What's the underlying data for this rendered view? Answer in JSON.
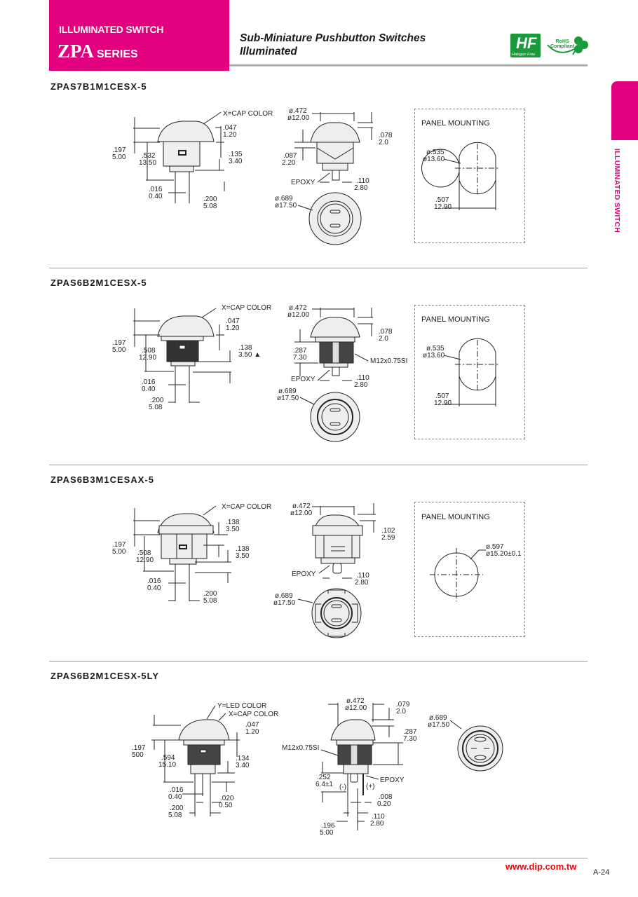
{
  "header": {
    "category": "ILLUMINATED SWITCH",
    "series_name": "ZPA",
    "series_suffix": "SERIES",
    "subtitle_line1": "Sub-Miniature Pushbutton Switches",
    "subtitle_line2": "Illuminated",
    "logo_hf_big": "HF",
    "logo_hf_small": "Halogen Free",
    "logo_rohs_line1": "RoHS",
    "logo_rohs_line2": "Compliant",
    "accent_color": "#e3007f"
  },
  "side_tab": {
    "label": "ILLUMINATED SWITCH"
  },
  "sections": [
    {
      "part_number": "ZPAS7B1M1CESX-5",
      "front": {
        "cap_note": "X=CAP COLOR",
        "d1a": ".047",
        "d1b": "1.20",
        "d2a": ".197",
        "d2b": "5.00",
        "d3a": ".532",
        "d3b": "13.50",
        "d4a": ".135",
        "d4b": "3.40",
        "d5a": ".016",
        "d5b": "0.40",
        "d6a": ".200",
        "d6b": "5.08"
      },
      "side": {
        "dia_a": "ø.472",
        "dia_b": "ø12.00",
        "d1a": ".078",
        "d1b": "2.0",
        "d2a": ".087",
        "d2b": "2.20",
        "epoxy": "EPOXY",
        "d3a": ".110",
        "d3b": "2.80",
        "bot_a": "ø.689",
        "bot_b": "ø17.50"
      },
      "panel": {
        "title": "PANEL MOUNTING",
        "dia_a": "ø.535",
        "dia_b": "ø13.60",
        "flat_a": ".507",
        "flat_b": "12.90"
      }
    },
    {
      "part_number": "ZPAS6B2M1CESX-5",
      "front": {
        "cap_note": "X=CAP COLOR",
        "d1a": ".047",
        "d1b": "1.20",
        "d2a": ".197",
        "d2b": "5.00",
        "d3a": ".508",
        "d3b": "12.90",
        "d4a": ".138",
        "d4b": "3.50 ▲",
        "d5a": ".016",
        "d5b": "0.40",
        "d6a": ".200",
        "d6b": "5.08"
      },
      "side": {
        "dia_a": "ø.472",
        "dia_b": "ø12.00",
        "d1a": ".078",
        "d1b": "2.0",
        "d2a": ".287",
        "d2b": "7.30",
        "thread": "M12x0.75SI",
        "epoxy": "EPOXY",
        "d3a": ".110",
        "d3b": "2.80",
        "bot_a": "ø.689",
        "bot_b": "ø17.50"
      },
      "panel": {
        "title": "PANEL MOUNTING",
        "dia_a": "ø.535",
        "dia_b": "ø13.60",
        "flat_a": ".507",
        "flat_b": "12.90"
      }
    },
    {
      "part_number": "ZPAS6B3M1CESAX-5",
      "front": {
        "cap_note": "X=CAP COLOR",
        "d1a": ".138",
        "d1b": "3.50",
        "d2a": ".197",
        "d2b": "5.00",
        "d3a": ".508",
        "d3b": "12.90",
        "d4a": ".138",
        "d4b": "3.50",
        "d5a": ".016",
        "d5b": "0.40",
        "d6a": ".200",
        "d6b": "5.08"
      },
      "side": {
        "dia_a": "ø.472",
        "dia_b": "ø12.00",
        "d1a": ".102",
        "d1b": "2.59",
        "epoxy": "EPOXY",
        "d3a": ".110",
        "d3b": "2.80",
        "bot_a": "ø.689",
        "bot_b": "ø17.50"
      },
      "panel": {
        "title": "PANEL MOUNTING",
        "dia_a": "ø.597",
        "dia_b": "ø15.20±0.1"
      }
    },
    {
      "part_number": "ZPAS6B2M1CESX-5LY",
      "front": {
        "led_note": "Y=LED COLOR",
        "cap_note": "X=CAP COLOR",
        "d1a": ".047",
        "d1b": "1.20",
        "d2a": ".197",
        "d2b": "500",
        "d3a": ".594",
        "d3b": "15.10",
        "d4a": ".134",
        "d4b": "3.40",
        "d5a": ".016",
        "d5b": "0.40",
        "d7a": ".020",
        "d7b": "0.50",
        "d6a": ".200",
        "d6b": "5.08"
      },
      "side": {
        "dia_a": "ø.472",
        "dia_b": "ø12.00",
        "d1a": ".079",
        "d1b": "2.0",
        "d2a": ".287",
        "d2b": "7.30",
        "thread": "M12x0.75SI",
        "d4a": ".252",
        "d4b": "6.4±1",
        "minus": "(-)",
        "plus": "(+)",
        "epoxy": "EPOXY",
        "d5a": ".008",
        "d5b": "0.20",
        "d3a": ".110",
        "d3b": "2.80",
        "d6a": ".196",
        "d6b": "5.00"
      },
      "bottom": {
        "dia_a": "ø.689",
        "dia_b": "ø17.50"
      }
    }
  ],
  "footer": {
    "url": "www.dip.com.tw",
    "page": "A-24"
  }
}
